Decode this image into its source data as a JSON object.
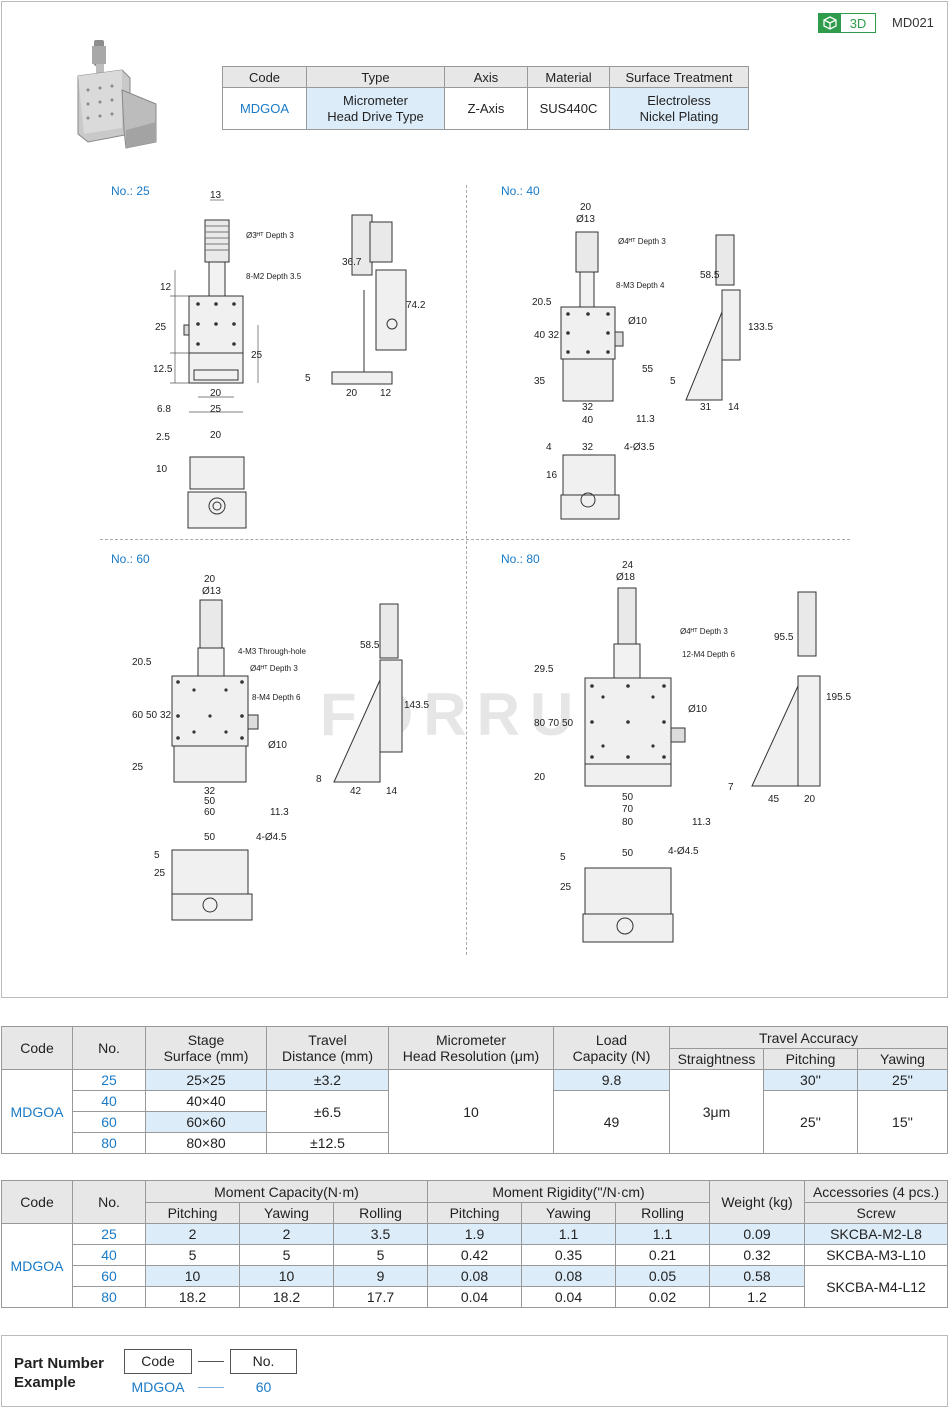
{
  "header": {
    "badge_3d": "3D",
    "doc_id": "MD021"
  },
  "top_table": {
    "headers": [
      "Code",
      "Type",
      "Axis",
      "Material",
      "Surface Treatment"
    ],
    "row": {
      "code": "MDGOA",
      "type_l1": "Micrometer",
      "type_l2": "Head Drive Type",
      "axis": "Z-Axis",
      "material": "SUS440C",
      "surface_l1": "Electroless",
      "surface_l2": "Nickel Plating"
    }
  },
  "drawings": {
    "no25": {
      "label": "No.: 25",
      "dims": [
        "13",
        "Ø3ᴴᵀ Depth 3",
        "8-M2 Depth 3.5",
        "12",
        "25",
        "12.5",
        "25",
        "20",
        "6.8",
        "25",
        "36.7",
        "74.2",
        "5",
        "20",
        "12",
        "2.5",
        "20",
        "10"
      ]
    },
    "no40": {
      "label": "No.: 40",
      "dims": [
        "20",
        "Ø13",
        "Ø4ᴴᵀ Depth 3",
        "8-M3 Depth 4",
        "20.5",
        "40",
        "32",
        "Ø10",
        "35",
        "55",
        "32",
        "40",
        "11.3",
        "58.5",
        "133.5",
        "5",
        "31",
        "14",
        "4",
        "32",
        "4-Ø3.5",
        "16"
      ]
    },
    "no60": {
      "label": "No.: 60",
      "dims": [
        "20",
        "Ø13",
        "4-M3 Through-hole",
        "Ø4ᴴᵀ Depth 3",
        "8-M4 Depth 6",
        "20.5",
        "60",
        "50",
        "32",
        "Ø10",
        "25",
        "32",
        "50",
        "60",
        "11.3",
        "58.5",
        "143.5",
        "8",
        "42",
        "14",
        "50",
        "4-Ø4.5",
        "5",
        "25"
      ]
    },
    "no80": {
      "label": "No.: 80",
      "dims": [
        "24",
        "Ø18",
        "Ø4ᴴᵀ Depth 3",
        "12-M4 Depth 6",
        "29.5",
        "80",
        "70",
        "50",
        "Ø10",
        "20",
        "50",
        "70",
        "80",
        "11.3",
        "95.5",
        "195.5",
        "7",
        "45",
        "20",
        "50",
        "4-Ø4.5",
        "5",
        "25"
      ]
    },
    "watermark": "FORRUN"
  },
  "spec_table": {
    "headers": {
      "code": "Code",
      "no": "No.",
      "stage": [
        "Stage",
        "Surface (mm)"
      ],
      "travel": [
        "Travel",
        "Distance (mm)"
      ],
      "micrometer": [
        "Micrometer",
        "Head Resolution (μm)"
      ],
      "load": [
        "Load",
        "Capacity (N)"
      ],
      "accuracy": "Travel Accuracy",
      "straightness": "Straightness",
      "pitching": "Pitching",
      "yawing": "Yawing"
    },
    "code": "MDGOA",
    "rows": [
      {
        "no": "25",
        "stage": "25×25",
        "travel": "±3.2",
        "load": "9.8",
        "pitching": "30''",
        "yawing": "25''"
      },
      {
        "no": "40",
        "stage": "40×40",
        "travel": "±6.5",
        "load": "49",
        "pitching": "25''",
        "yawing": "15''"
      },
      {
        "no": "60",
        "stage": "60×60"
      },
      {
        "no": "80",
        "stage": "80×80",
        "travel": "±12.5"
      }
    ],
    "resolution": "10",
    "straightness": "3μm"
  },
  "moment_table": {
    "headers": {
      "code": "Code",
      "no": "No.",
      "capacity": "Moment Capacity(N·m)",
      "rigidity": "Moment Rigidity(''/N·cm)",
      "weight": "Weight (kg)",
      "accessories": "Accessories (4 pcs.)",
      "pitching": "Pitching",
      "yawing": "Yawing",
      "rolling": "Rolling",
      "screw": "Screw"
    },
    "code": "MDGOA",
    "rows": [
      {
        "no": "25",
        "cp": "2",
        "cy": "2",
        "cr": "3.5",
        "rp": "1.9",
        "ry": "1.1",
        "rr": "1.1",
        "w": "0.09",
        "screw": "SKCBA-M2-L8"
      },
      {
        "no": "40",
        "cp": "5",
        "cy": "5",
        "cr": "5",
        "rp": "0.42",
        "ry": "0.35",
        "rr": "0.21",
        "w": "0.32",
        "screw": "SKCBA-M3-L10"
      },
      {
        "no": "60",
        "cp": "10",
        "cy": "10",
        "cr": "9",
        "rp": "0.08",
        "ry": "0.08",
        "rr": "0.05",
        "w": "0.58",
        "screw": "SKCBA-M4-L12"
      },
      {
        "no": "80",
        "cp": "18.2",
        "cy": "18.2",
        "cr": "17.7",
        "rp": "0.04",
        "ry": "0.04",
        "rr": "0.02",
        "w": "1.2"
      }
    ]
  },
  "part_number": {
    "title_l1": "Part Number",
    "title_l2": "Example",
    "code_label": "Code",
    "no_label": "No.",
    "code_value": "MDGOA",
    "no_value": "60"
  }
}
